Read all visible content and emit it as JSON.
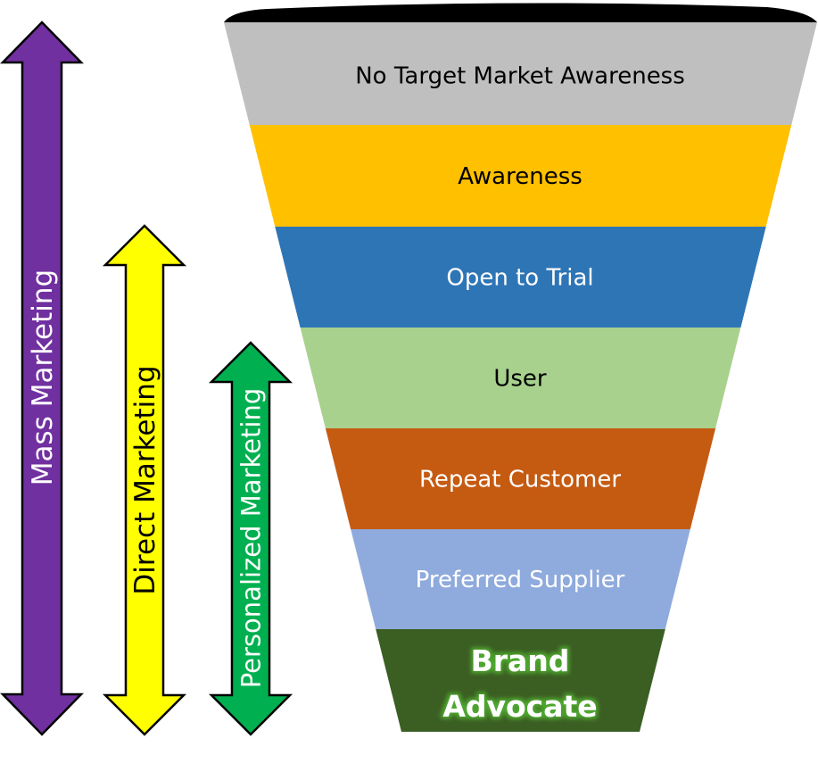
{
  "diagram": {
    "type": "marketing-funnel",
    "funnel": {
      "cap_color": "#000000",
      "stages": [
        {
          "label": "No Target Market Awareness",
          "color": "#BFBFBF",
          "text_color": "#000000"
        },
        {
          "label": "Awareness",
          "color": "#FFC000",
          "text_color": "#000000"
        },
        {
          "label": "Open to Trial",
          "color": "#2E75B6",
          "text_color": "#FFFFFF"
        },
        {
          "label": "User",
          "color": "#A9D18E",
          "text_color": "#000000"
        },
        {
          "label": "Repeat Customer",
          "color": "#C55A11",
          "text_color": "#FFFFFF"
        },
        {
          "label": "Preferred Supplier",
          "color": "#8FAADC",
          "text_color": "#FFFFFF"
        },
        {
          "label": "Brand Advocate",
          "lines": [
            "Brand",
            "Advocate"
          ],
          "color": "#3B5E23",
          "text_color": "#FFFFFF",
          "glow_color": "#4EA72E",
          "bold": true
        }
      ]
    },
    "arrows": [
      {
        "label": "Mass Marketing",
        "color": "#7030A0",
        "text_color": "#FFFFFF",
        "spans_stages": [
          "No Target Market Awareness",
          "Brand Advocate"
        ]
      },
      {
        "label": "Direct Marketing",
        "color": "#FFFF00",
        "text_color": "#000000",
        "spans_stages": [
          "Open to Trial",
          "Brand Advocate"
        ]
      },
      {
        "label": "Personalized Marketing",
        "color": "#00B050",
        "text_color": "#FFFFFF",
        "spans_stages": [
          "User",
          "Brand Advocate"
        ]
      }
    ]
  }
}
